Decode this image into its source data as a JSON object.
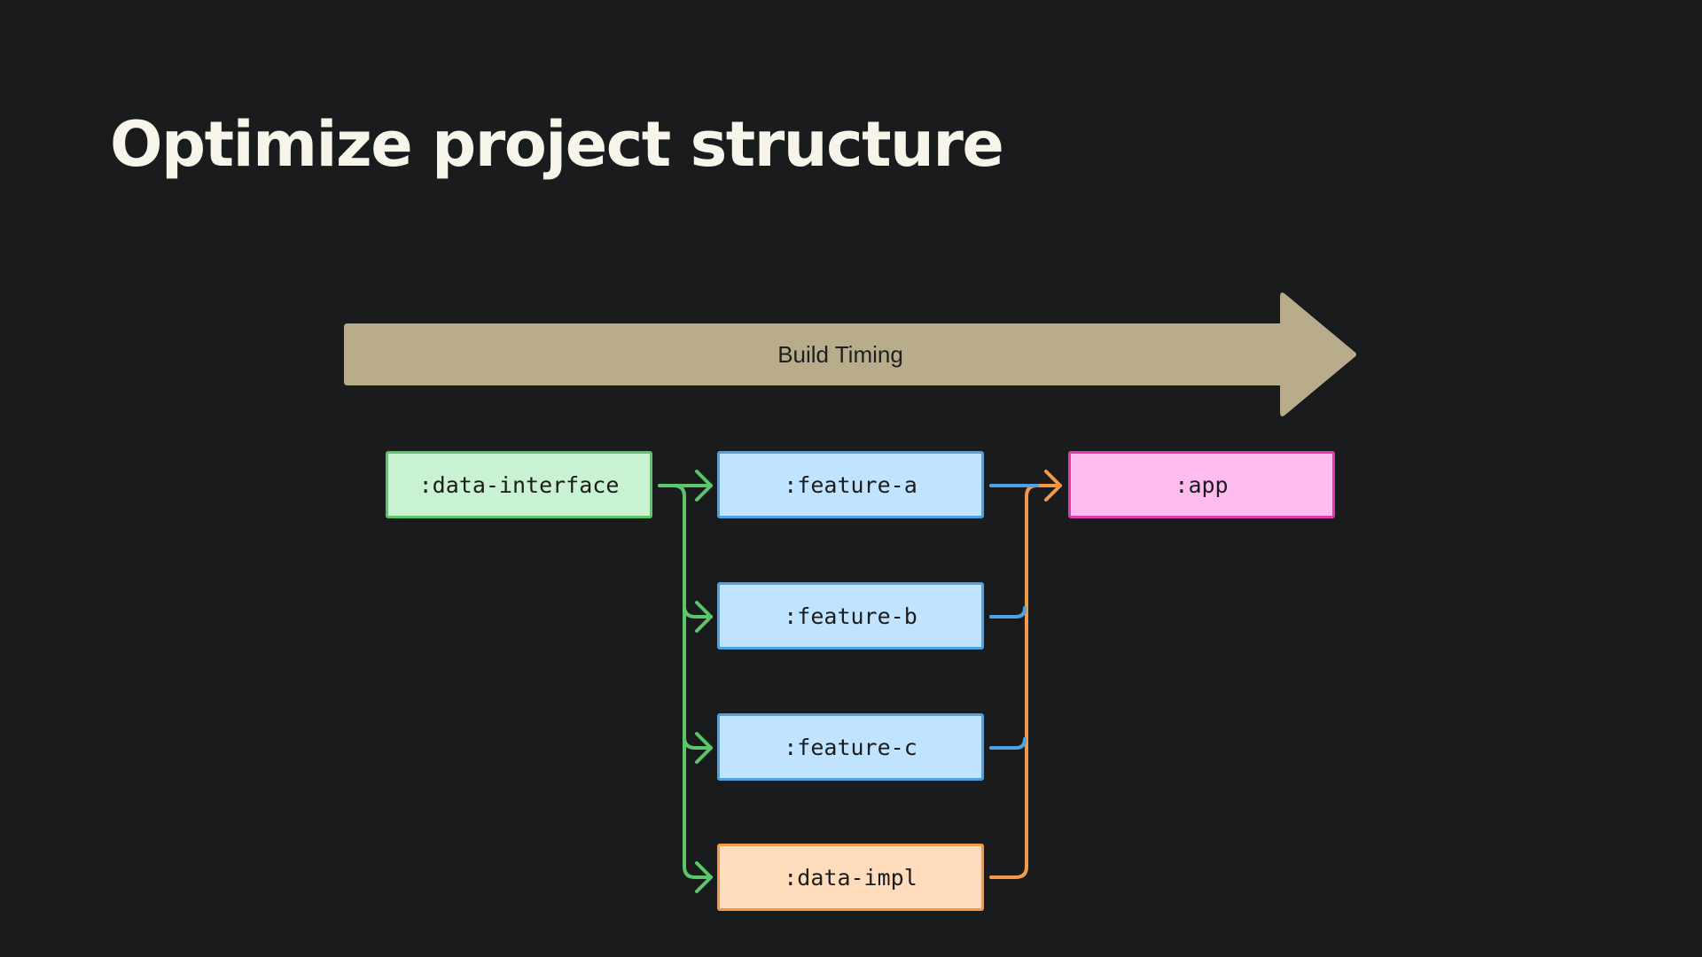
{
  "title": "Optimize project structure",
  "timing_arrow": {
    "label": "Build Timing",
    "color": "#b8ac8a"
  },
  "modules": {
    "data_interface": {
      "label": ":data-interface",
      "fill": "#c8f2d2",
      "border": "#5cc66a"
    },
    "feature_a": {
      "label": ":feature-a",
      "fill": "#c0e4ff",
      "border": "#4ba3e6"
    },
    "feature_b": {
      "label": ":feature-b",
      "fill": "#c0e4ff",
      "border": "#4ba3e6"
    },
    "feature_c": {
      "label": ":feature-c",
      "fill": "#c0e4ff",
      "border": "#4ba3e6"
    },
    "data_impl": {
      "label": ":data-impl",
      "fill": "#ffdcbc",
      "border": "#f39a4a"
    },
    "app": {
      "label": ":app",
      "fill": "#ffbcee",
      "border": "#e23aae"
    }
  },
  "connector_colors": {
    "green": "#5cc66a",
    "blue": "#4ba3e6",
    "orange": "#f39a4a"
  }
}
